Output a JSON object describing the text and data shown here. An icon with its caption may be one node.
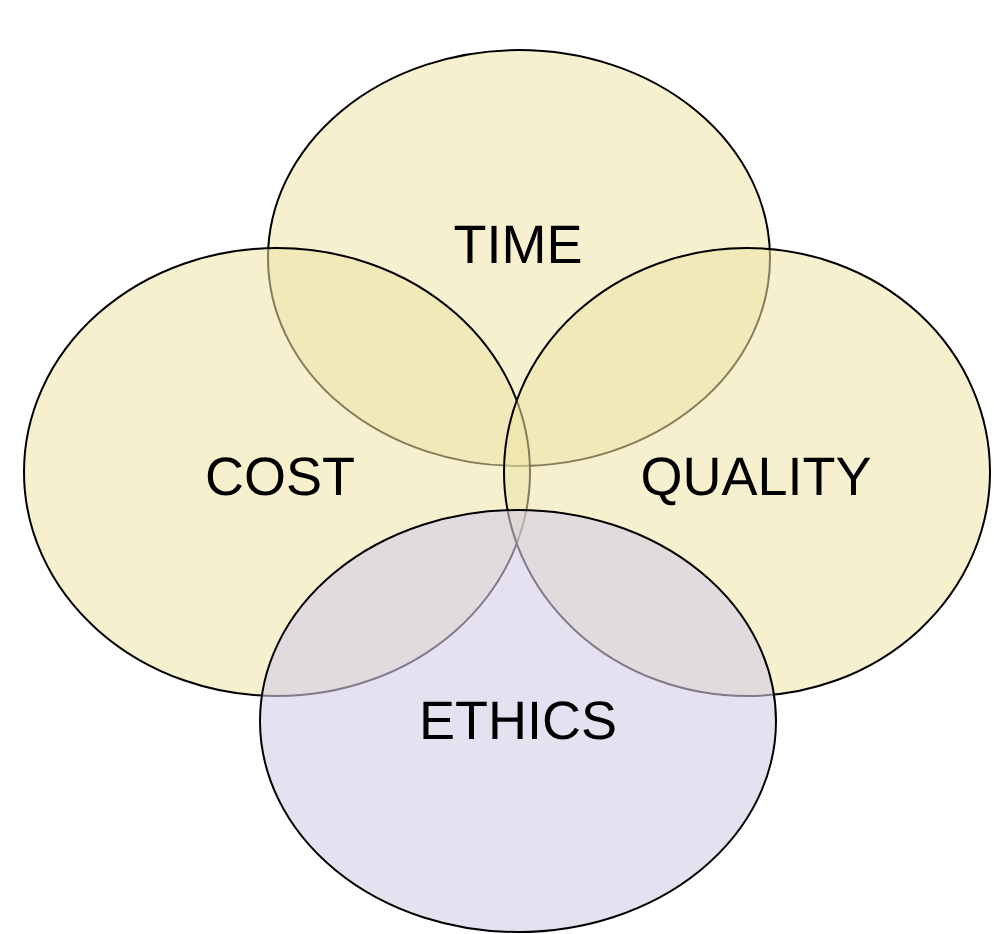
{
  "diagram": {
    "nodes": [
      {
        "text": [
          "TIME"
        ]
      },
      {
        "text": [
          "COST"
        ]
      },
      {
        "text": [
          "QUALITY"
        ]
      },
      {
        "text": [
          "ETHICS"
        ]
      }
    ]
  }
}
